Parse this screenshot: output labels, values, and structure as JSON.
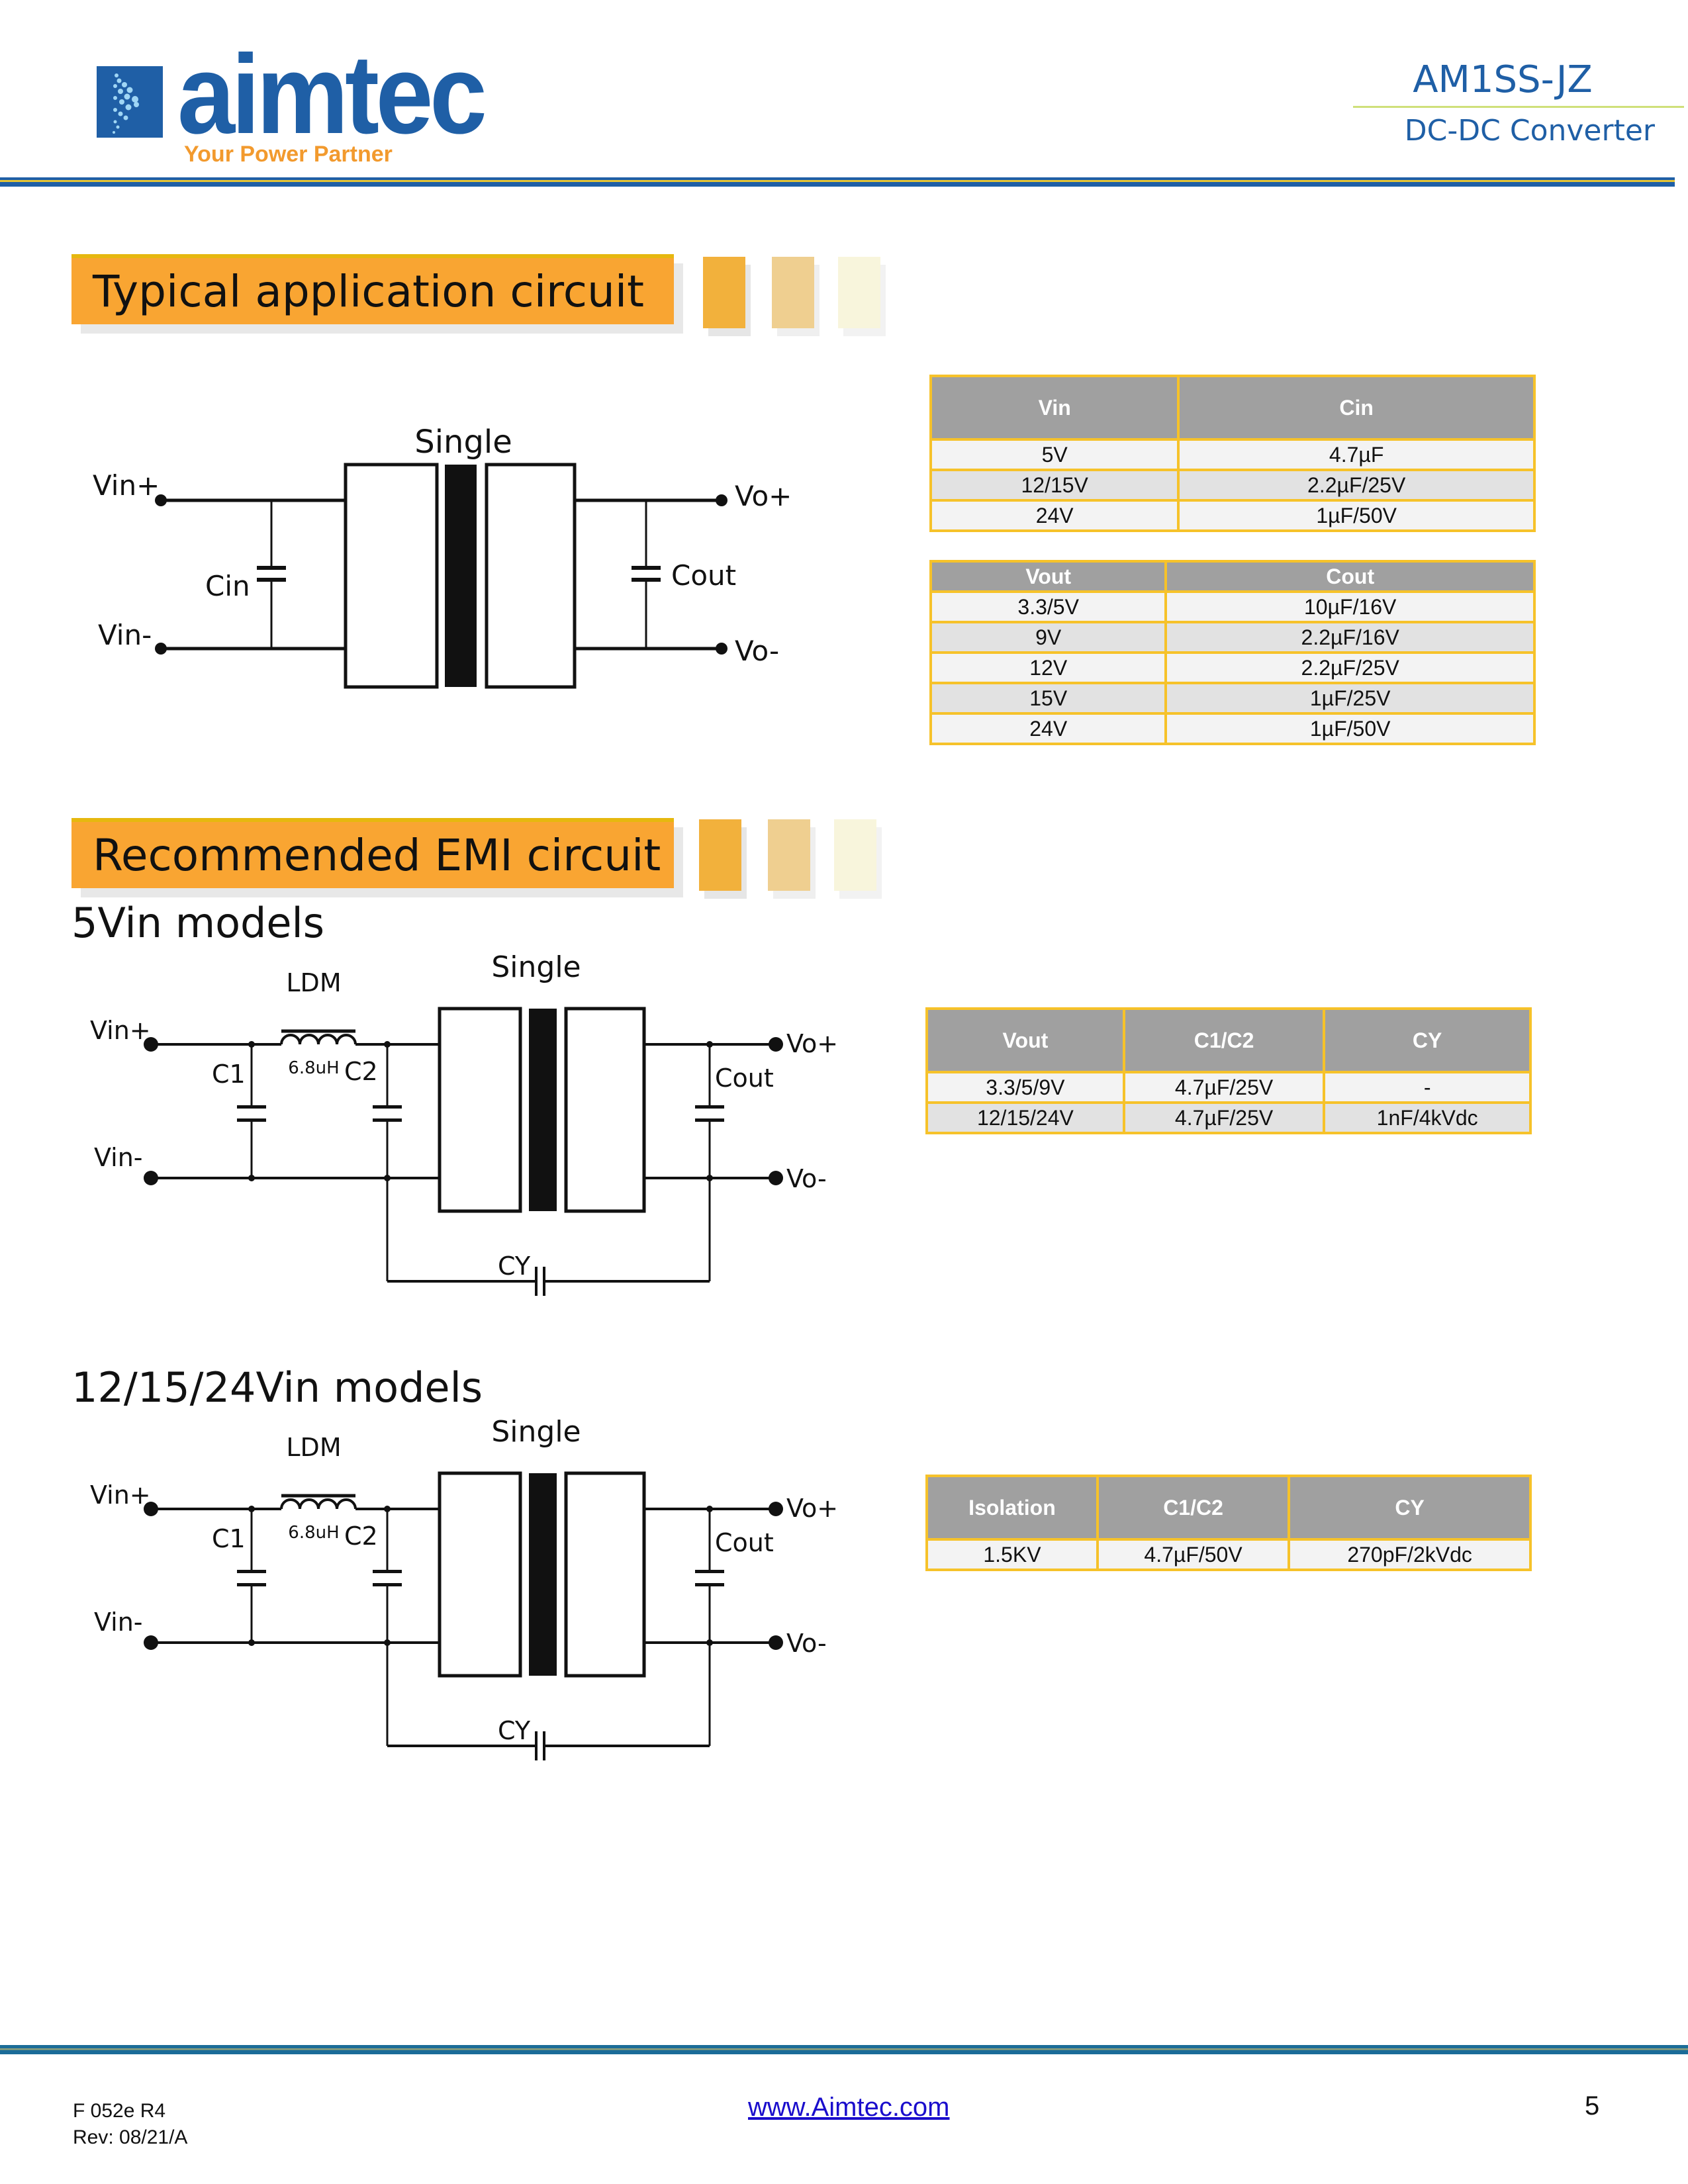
{
  "header": {
    "logo_word": "aimtec",
    "logo_tagline": "Your Power Partner",
    "product_code": "AM1SS-JZ",
    "product_type": "DC-DC Converter"
  },
  "colors": {
    "brand_blue": "#1f5fa6",
    "banner_orange": "#f9a532",
    "table_header_gray": "#a0a0a0",
    "table_border_yellow": "#f6c22a"
  },
  "section_typical": {
    "title": "Typical application circuit",
    "circuit": {
      "block_label": "Single",
      "vin_plus": "Vin+",
      "vin_minus": "Vin-",
      "vo_plus": "Vo+",
      "vo_minus": "Vo-",
      "cin": "Cin",
      "cout": "Cout"
    },
    "table_input": {
      "headers": [
        "Vin",
        "Cin"
      ],
      "rows": [
        [
          "5V",
          "4.7µF"
        ],
        [
          "12/15V",
          "2.2µF/25V"
        ],
        [
          "24V",
          "1µF/50V"
        ]
      ]
    },
    "table_output": {
      "headers": [
        "Vout",
        "Cout"
      ],
      "rows": [
        [
          "3.3/5V",
          "10µF/16V"
        ],
        [
          "9V",
          "2.2µF/16V"
        ],
        [
          "12V",
          "2.2µF/25V"
        ],
        [
          "15V",
          "1µF/25V"
        ],
        [
          "24V",
          "1µF/50V"
        ]
      ]
    }
  },
  "section_emi": {
    "title": "Recommended EMI circuit",
    "sub1": "5Vin models",
    "sub2": "12/15/24Vin models",
    "circuit": {
      "block_label": "Single",
      "ldm": "LDM",
      "ldm_value": "6.8uH",
      "c1": "C1",
      "c2": "C2",
      "cy": "CY",
      "cout": "Cout",
      "vin_plus": "Vin+",
      "vin_minus": "Vin-",
      "vo_plus": "Vo+",
      "vo_minus": "Vo-"
    },
    "table_5vin": {
      "headers": [
        "Vout",
        "C1/C2",
        "CY"
      ],
      "rows": [
        [
          "3.3/5/9V",
          "4.7µF/25V",
          "-"
        ],
        [
          "12/15/24V",
          "4.7µF/25V",
          "1nF/4kVdc"
        ]
      ]
    },
    "table_hvin": {
      "headers": [
        "Isolation",
        "C1/C2",
        "CY"
      ],
      "rows": [
        [
          "1.5KV",
          "4.7µF/50V",
          "270pF/2kVdc"
        ]
      ]
    }
  },
  "footer": {
    "form_code": "F 052e R4",
    "revision": "Rev: 08/21/A",
    "website": "www.Aimtec.com",
    "page_number": "5"
  }
}
